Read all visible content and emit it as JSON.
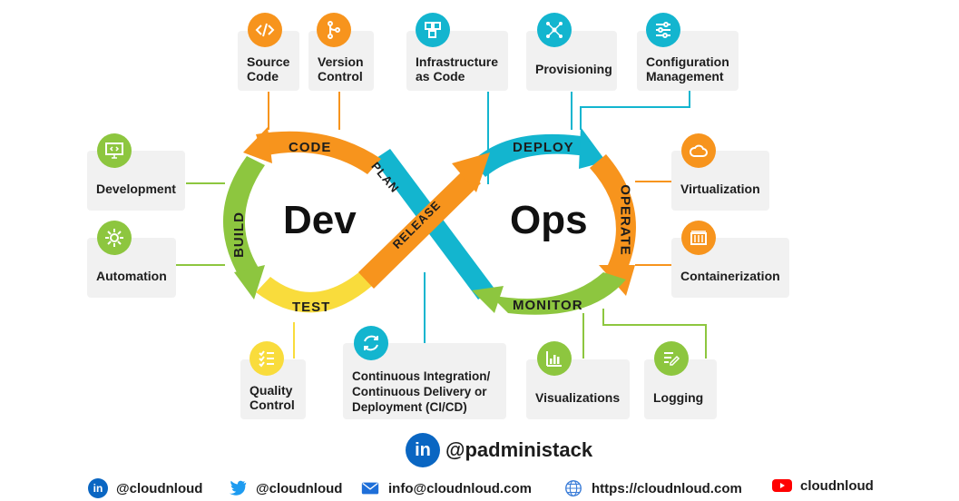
{
  "center": {
    "dev": "Dev",
    "ops": "Ops"
  },
  "stages": {
    "code": "CODE",
    "build": "BUILD",
    "test": "TEST",
    "plan": "PLAN",
    "release": "RELEASE",
    "deploy": "DEPLOY",
    "operate": "OPERATE",
    "monitor": "MONITOR"
  },
  "cards": {
    "source_code": "Source\nCode",
    "version_control": "Version\nControl",
    "infrastructure_as_code": "Infrastructure\nas Code",
    "provisioning": "Provisioning",
    "configuration_management": "Configuration\nManagement",
    "development": "Development",
    "automation": "Automation",
    "virtualization": "Virtualization",
    "containerization": "Containerization",
    "quality_control": "Quality\nControl",
    "cicd": "Continuous Integration/\nContinuous Delivery or\nDeployment (CI/CD)",
    "visualizations": "Visualizations",
    "logging": "Logging"
  },
  "handle": "@padministack",
  "footer": {
    "linkedin": "@cloudnloud",
    "twitter": "@cloudnloud",
    "email": "info@cloudnloud.com",
    "website": "https://cloudnloud.com",
    "youtube": "cloudnloud"
  },
  "colors": {
    "orange": "#f7941d",
    "teal": "#13b5cf",
    "green": "#8dc63f",
    "yellow": "#f9dc3c",
    "card": "#f1f1f1"
  },
  "icons": {
    "source_code": "code-brackets-icon",
    "version_control": "branch-icon",
    "infrastructure": "blocks-icon",
    "provisioning": "network-icon",
    "configuration": "sliders-icon",
    "development": "monitor-code-icon",
    "automation": "gear-icon",
    "virtualization": "cloud-icon",
    "containerization": "container-icon",
    "quality_control": "checklist-icon",
    "cicd": "refresh-icon",
    "visualizations": "bar-chart-icon",
    "logging": "edit-list-icon"
  }
}
